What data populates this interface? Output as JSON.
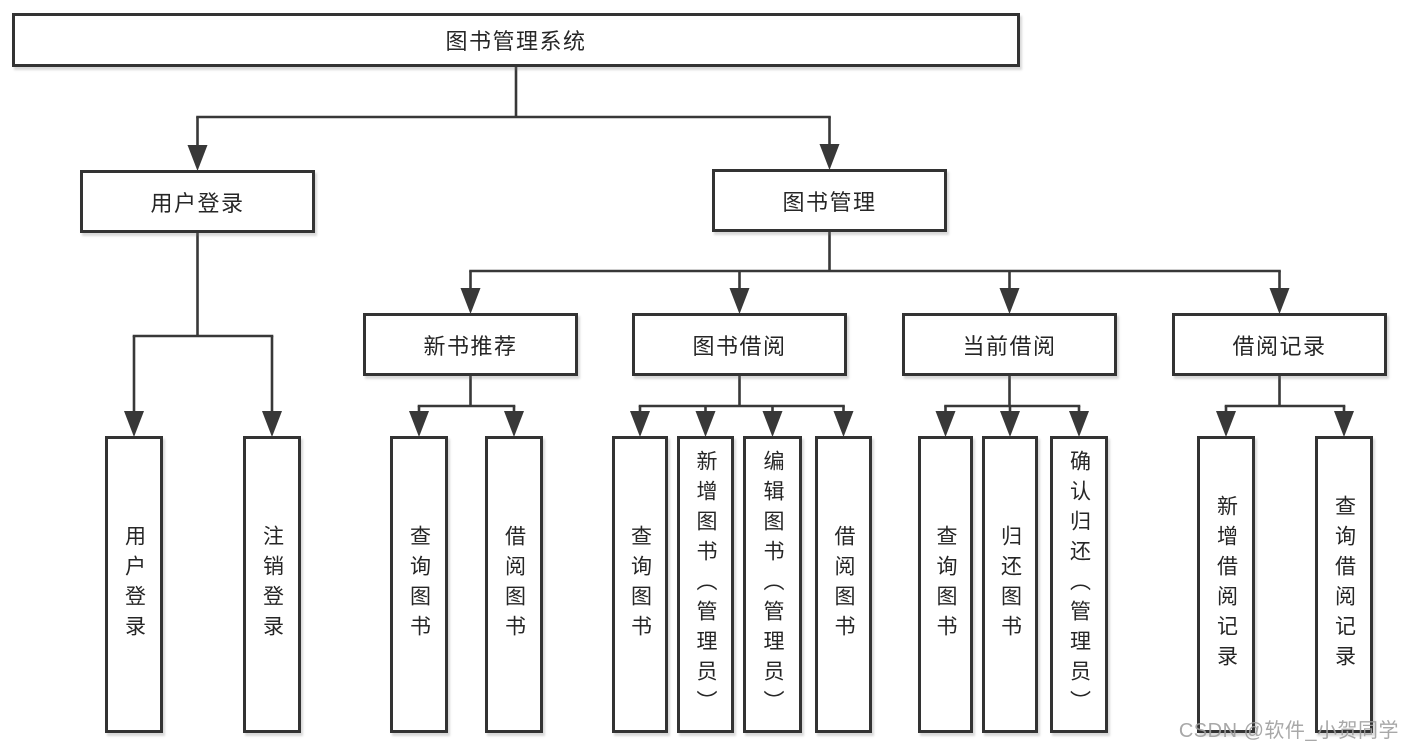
{
  "diagram": {
    "title": "图书管理系统",
    "watermark": "CSDN @软件_小贺同学",
    "colors": {
      "line": "#383838",
      "box_border": "#333333",
      "box_background": "#ffffff",
      "text": "#262626",
      "watermark": "#9e9e9e"
    },
    "nodes": [
      {
        "id": "root",
        "label": "图书管理系统",
        "parent": null
      },
      {
        "id": "user-login",
        "label": "用户登录",
        "parent": "root"
      },
      {
        "id": "book-mgmt",
        "label": "图书管理",
        "parent": "root"
      },
      {
        "id": "login",
        "label": "用户登录",
        "parent": "user-login"
      },
      {
        "id": "logout",
        "label": "注销登录",
        "parent": "user-login"
      },
      {
        "id": "new-book-rec",
        "label": "新书推荐",
        "parent": "book-mgmt"
      },
      {
        "id": "book-borrow",
        "label": "图书借阅",
        "parent": "book-mgmt"
      },
      {
        "id": "current-borrow",
        "label": "当前借阅",
        "parent": "book-mgmt"
      },
      {
        "id": "borrow-records",
        "label": "借阅记录",
        "parent": "book-mgmt"
      },
      {
        "id": "rec-query-book",
        "label": "查询图书",
        "parent": "new-book-rec"
      },
      {
        "id": "rec-borrow-book",
        "label": "借阅图书",
        "parent": "new-book-rec"
      },
      {
        "id": "bb-query-book",
        "label": "查询图书",
        "parent": "book-borrow"
      },
      {
        "id": "bb-add-book",
        "label": "新增图书（管理员）",
        "parent": "book-borrow"
      },
      {
        "id": "bb-edit-book",
        "label": "编辑图书（管理员）",
        "parent": "book-borrow"
      },
      {
        "id": "bb-borrow-book",
        "label": "借阅图书",
        "parent": "book-borrow"
      },
      {
        "id": "cb-query-book",
        "label": "查询图书",
        "parent": "current-borrow"
      },
      {
        "id": "cb-return-book",
        "label": "归还图书",
        "parent": "current-borrow"
      },
      {
        "id": "cb-confirm-return",
        "label": "确认归还（管理员）",
        "parent": "current-borrow"
      },
      {
        "id": "br-add-record",
        "label": "新增借阅记录",
        "parent": "borrow-records"
      },
      {
        "id": "br-query-record",
        "label": "查询借阅记录",
        "parent": "borrow-records"
      }
    ]
  }
}
